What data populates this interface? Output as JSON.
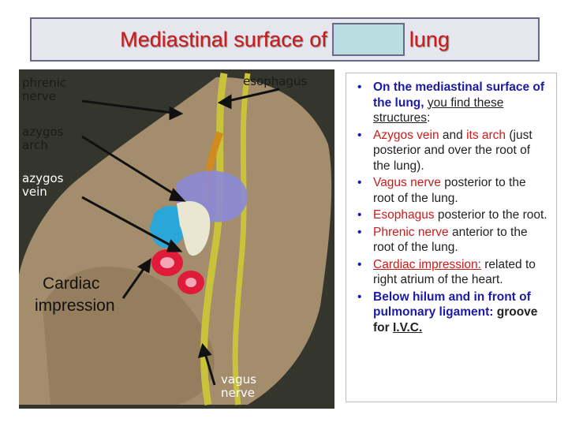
{
  "slide": {
    "title_left": "Mediastinal surface of",
    "title_right": "lung"
  },
  "figure": {
    "labels": {
      "phrenic_nerve": [
        "phrenic",
        "nerve"
      ],
      "esophagus": "esophagus",
      "azygos_arch": [
        "azygos",
        "arch"
      ],
      "azygos_vein": [
        "azygos",
        "vein"
      ],
      "cardiac_impression": [
        "Cardiac",
        "impression"
      ],
      "vagus_nerve": [
        "vagus",
        "nerve"
      ]
    }
  },
  "bullets": [
    {
      "parts": [
        {
          "text": "On the mediastinal surface of the lung, ",
          "style": "blue bold"
        },
        {
          "text": "you find these structures",
          "style": "ul"
        },
        {
          "text": ":",
          "style": ""
        }
      ]
    },
    {
      "parts": [
        {
          "text": "Azygos vein",
          "style": "red"
        },
        {
          "text": " and ",
          "style": ""
        },
        {
          "text": "its arch",
          "style": "red"
        },
        {
          "text": " (just posterior and over the root of the lung).",
          "style": ""
        }
      ]
    },
    {
      "parts": [
        {
          "text": "Vagus nerve",
          "style": "red"
        },
        {
          "text": " posterior to the root of the lung.",
          "style": ""
        }
      ]
    },
    {
      "parts": [
        {
          "text": "Esophagus",
          "style": "red"
        },
        {
          "text": " posterior to the root.",
          "style": ""
        }
      ]
    },
    {
      "parts": [
        {
          "text": "Phrenic nerve",
          "style": "red"
        },
        {
          "text": " anterior to the root of the lung.",
          "style": ""
        }
      ]
    },
    {
      "parts": [
        {
          "text": "Cardiac impression:",
          "style": "red ul"
        },
        {
          "text": " related to right atrium of the heart.",
          "style": ""
        }
      ]
    },
    {
      "parts": [
        {
          "text": "Below hilum and in front of pulmonary ligament:",
          "style": "blue bold"
        },
        {
          "text": " groove for ",
          "style": "bold"
        },
        {
          "text": "I.V.C.",
          "style": "bold ul"
        }
      ]
    }
  ]
}
